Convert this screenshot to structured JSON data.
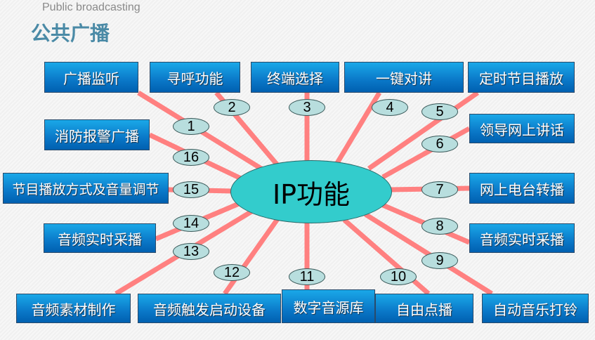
{
  "header": {
    "subtitle": "Public broadcasting",
    "title": "公共广播"
  },
  "center_label": "IP功能",
  "functions": [
    {
      "num": "1",
      "label": "广播监听"
    },
    {
      "num": "2",
      "label": "寻呼功能"
    },
    {
      "num": "3",
      "label": "终端选择"
    },
    {
      "num": "4",
      "label": "一键对讲"
    },
    {
      "num": "5",
      "label": "定时节目播放"
    },
    {
      "num": "6",
      "label": "领导网上讲话"
    },
    {
      "num": "7",
      "label": "网上电台转播"
    },
    {
      "num": "8",
      "label": "音频实时采播"
    },
    {
      "num": "9",
      "label": "自动音乐打铃"
    },
    {
      "num": "10",
      "label": "自由点播"
    },
    {
      "num": "11",
      "label": "数字音源库"
    },
    {
      "num": "12",
      "label": "音频触发启动设备"
    },
    {
      "num": "13",
      "label": "音频素材制作"
    },
    {
      "num": "14",
      "label": "音频实时采播"
    },
    {
      "num": "15",
      "label": "节目播放方式及音量调节"
    },
    {
      "num": "16",
      "label": "消防报警广播"
    }
  ],
  "colors": {
    "box": "#0a78c8",
    "connector": "#ff8080",
    "center": "#33cccc",
    "bubble": "#b8dede"
  }
}
